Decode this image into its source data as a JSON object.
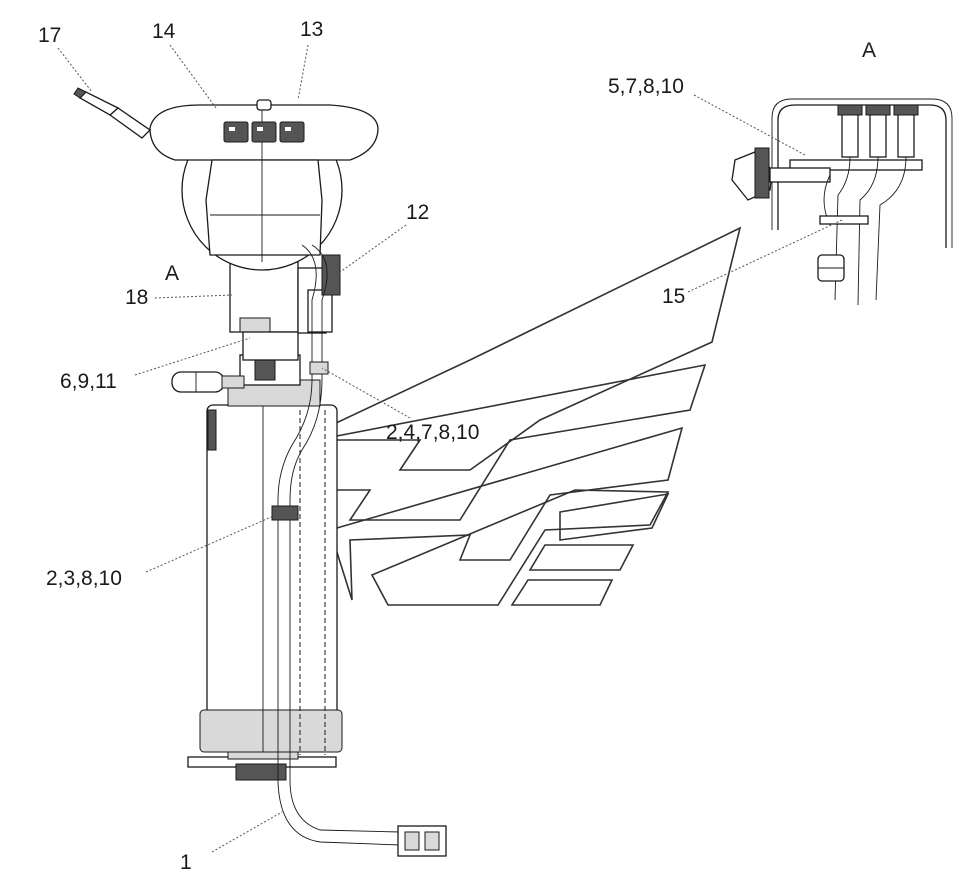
{
  "callouts": {
    "c17": "17",
    "c14": "14",
    "c13": "13",
    "c12": "12",
    "cA_main": "A",
    "c18": "18",
    "c6_9_11": "6,9,11",
    "c2_4_7_8_10": "2,4,7,8,10",
    "c2_3_8_10": "2,3,8,10",
    "c1": "1",
    "cA_detail": "A",
    "c5_7_8_10": "5,7,8,10",
    "c15": "15"
  }
}
